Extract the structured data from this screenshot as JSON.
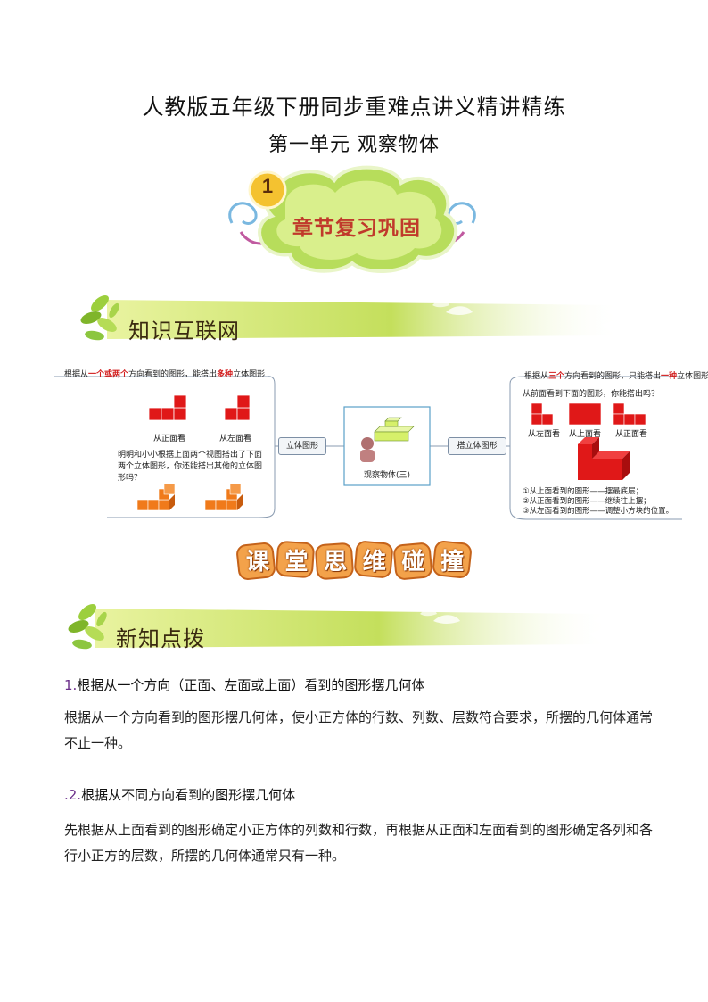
{
  "header": {
    "title": "人教版五年级下册同步重难点讲义精讲精练",
    "subtitle": "第一单元 观察物体"
  },
  "chapter_badge": {
    "number": "1",
    "label": "章节复习巩固"
  },
  "section_knowledge_net": {
    "label": "知识互联网"
  },
  "mindmap": {
    "left": {
      "rule_prefix": "根据从",
      "rule_red1": "一个或两个",
      "rule_mid": "方向看到的图形，能搭出",
      "rule_red2": "多种",
      "rule_suffix": "立体图形",
      "view_front": "从正面看",
      "view_left": "从左面看",
      "question_line1": "明明和小小根据上面两个视图搭出了下面",
      "question_line2": "两个立体图形，你还能搭出其他的立体图",
      "question_line3": "形吗？"
    },
    "center": {
      "branch_left": "立体图形",
      "branch_right": "搭立体图形",
      "core_label": "观察物体(三)"
    },
    "right": {
      "rule_prefix": "根据从",
      "rule_red1": "三个",
      "rule_mid": "方向看到的图形，只能搭出",
      "rule_red2": "一种",
      "rule_suffix": "立体图形",
      "question": "从前面看到下面的图形，你能搭出吗？",
      "view_left": "从左面看",
      "view_top": "从上面看",
      "view_front": "从正面看",
      "step1": "①从上面看到的图形——摆最底层；",
      "step2": "②从正面看到的图形——继续往上摆；",
      "step3": "③从左面看到的图形——调整小方块的位置。"
    }
  },
  "classroom_banner": {
    "chars": [
      "课",
      "堂",
      "思",
      "维",
      "碰",
      "撞"
    ]
  },
  "section_new_points": {
    "label": "新知点拨"
  },
  "content": {
    "point1_num": "1.",
    "point1_title": "根据从一个方向（正面、左面或上面）看到的图形摆几何体",
    "point1_body": "根据从一个方向看到的图形摆几何体，使小正方体的行数、列数、层数符合要求，所摆的几何体通常不止一种。",
    "point2_num": ".2.",
    "point2_title": "根据从不同方向看到的图形摆几何体",
    "point2_body": "先根据从上面看到的图形确定小正方体的列数和行数，再根据从正面和左面看到的图形确定各列和各行小正方的层数，所摆的几何体通常只有一种。"
  },
  "colors": {
    "accent_red": "#d21e1e",
    "cube_red": "#e01818",
    "cube_orange": "#f07a1a",
    "banner_green": "#8cc63f",
    "cloud_green": "#b7dd5b"
  }
}
